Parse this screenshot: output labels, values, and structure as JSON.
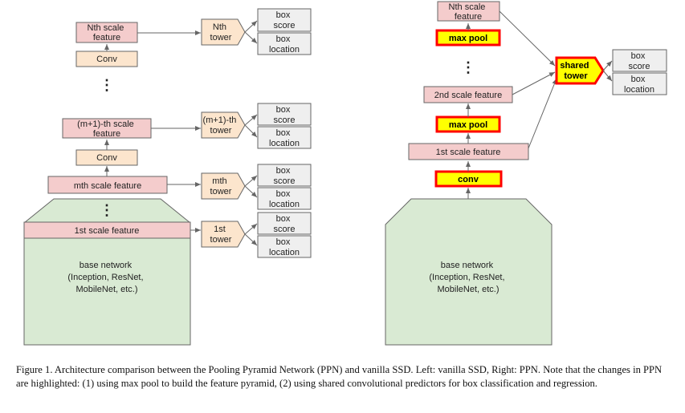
{
  "left": {
    "base_network": [
      "base network",
      "(Inception, ResNet,",
      "MobileNet, etc.)"
    ],
    "features": {
      "first": "1st scale feature",
      "mth": "mth scale feature",
      "m1": [
        "(m+1)-th scale",
        "feature"
      ],
      "nth": [
        "Nth scale",
        "feature"
      ]
    },
    "conv": "Conv",
    "ellipsis": "⋮",
    "towers": {
      "first": [
        "1st",
        "tower"
      ],
      "mth": [
        "mth",
        "tower"
      ],
      "m1": [
        "(m+1)-th",
        "tower"
      ],
      "nth": [
        "Nth",
        "tower"
      ]
    },
    "box_score": [
      "box",
      "score"
    ],
    "box_location": [
      "box",
      "location"
    ]
  },
  "right": {
    "base_network": [
      "base network",
      "(Inception, ResNet,",
      "MobileNet, etc.)"
    ],
    "conv": "conv",
    "max_pool": "max pool",
    "ellipsis": "⋮",
    "features": {
      "first": "1st scale feature",
      "second": "2nd scale feature",
      "nth": [
        "Nth scale",
        "feature"
      ]
    },
    "shared_tower": [
      "shared",
      "tower"
    ],
    "box_score": [
      "box",
      "score"
    ],
    "box_location": [
      "box",
      "location"
    ]
  },
  "caption": "Figure 1.  Architecture comparison between the Pooling Pyramid Network (PPN) and vanilla SSD. Left: vanilla SSD, Right: PPN. Note that the changes in PPN are highlighted: (1) using max pool to build the feature pyramid, (2) using shared convolutional predictors for box classification and regression.",
  "colors": {
    "base_fill": "#d9ead3",
    "feature_fill": "#f4cccc",
    "conv_fill": "#fce5cd",
    "box_fill": "#efefef",
    "highlight_fill": "#ffff00",
    "highlight_border": "#ff0000"
  }
}
